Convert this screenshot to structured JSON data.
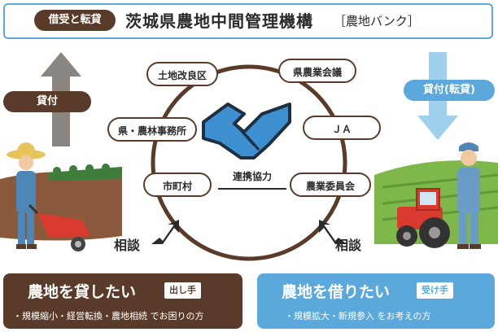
{
  "header": {
    "badge": "借受と転貸",
    "title": "茨城県農地中間管理機構",
    "subtitle": "［農地バンク］"
  },
  "left_arrow_label": "貸付",
  "right_arrow_label": "貸付(転貸)",
  "circle": {
    "center_label": "連携協力",
    "nodes": [
      "土地改良区",
      "県農業会議",
      "県・農林事務所",
      "ＪＡ",
      "市町村",
      "農業委員会"
    ]
  },
  "consult_left": "相談",
  "consult_right": "相談",
  "bottom_left": {
    "title": "農地を貸したい",
    "tag": "出し手",
    "desc": "・規模縮小・経営転換・農地相続 でお困りの方"
  },
  "bottom_right": {
    "title": "農地を借りたい",
    "tag": "受け手",
    "desc": "・規模拡大・新規参入 をお考えの方"
  },
  "colors": {
    "brown": "#5a3b2a",
    "blue": "#5aa8dc",
    "light_blue": "#9fd0ee",
    "gray_arrow": "#8a8580"
  }
}
